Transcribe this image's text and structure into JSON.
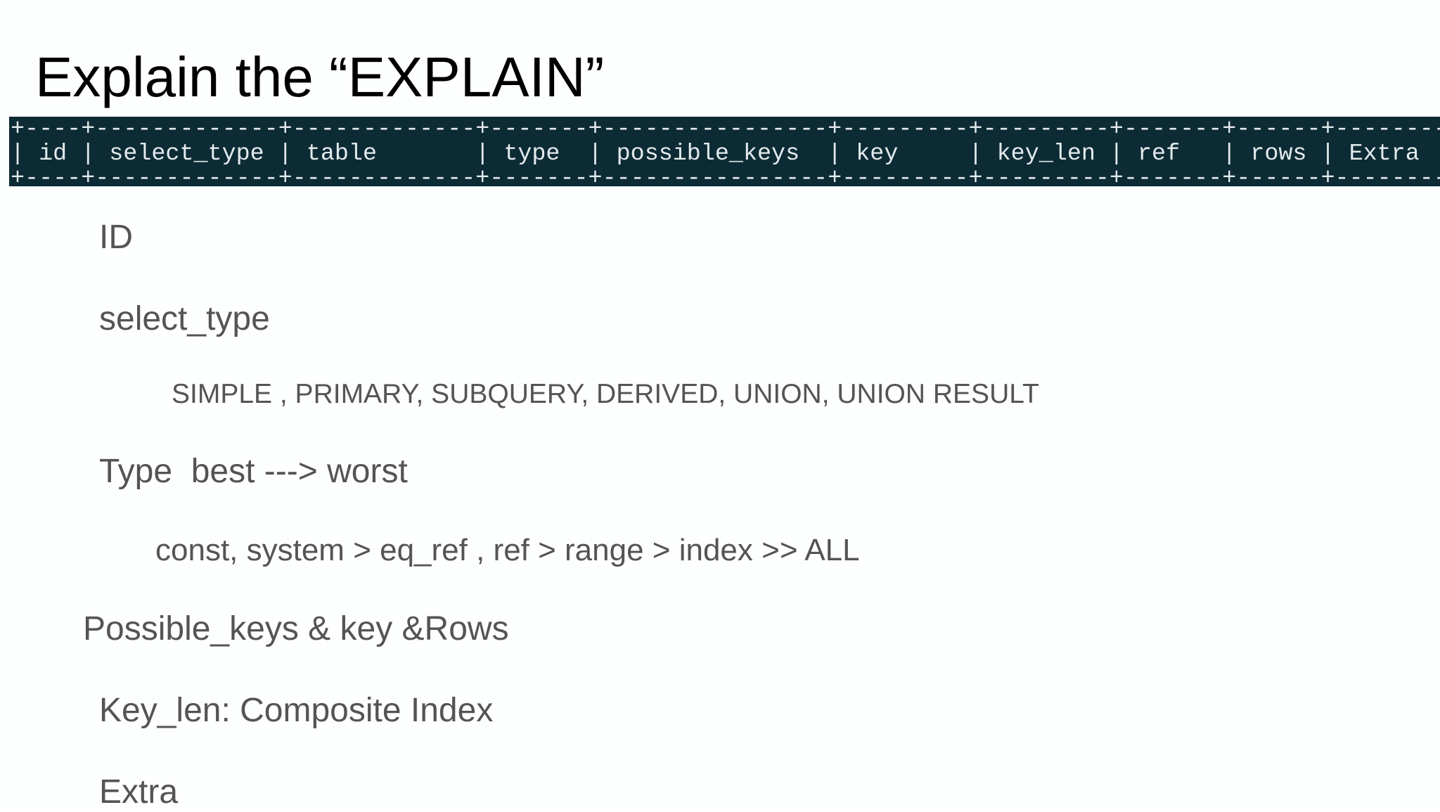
{
  "slide": {
    "title": "Explain the “EXPLAIN”",
    "explain_header": {
      "top_border": "+----+-------------+-------------+-------+----------------+---------+---------+-------+------+------------",
      "columns_row": "| id | select_type | table       | type  | possible_keys  | key     | key_len | ref   | rows | Extra      |",
      "bottom_border": "+----+-------------+-------------+-------+----------------+---------+---------+-------+------+------------"
    },
    "items": [
      {
        "text": "ID"
      },
      {
        "text": "select_type"
      },
      {
        "text": "SIMPLE , PRIMARY, SUBQUERY, DERIVED, UNION, UNION RESULT"
      },
      {
        "text": "Type  best ---> worst"
      },
      {
        "text": "const, system > eq_ref , ref > range > index >> ALL"
      },
      {
        "text": "Possible_keys & key &Rows"
      },
      {
        "text": "Key_len: Composite Index"
      },
      {
        "text": "Extra"
      }
    ]
  }
}
